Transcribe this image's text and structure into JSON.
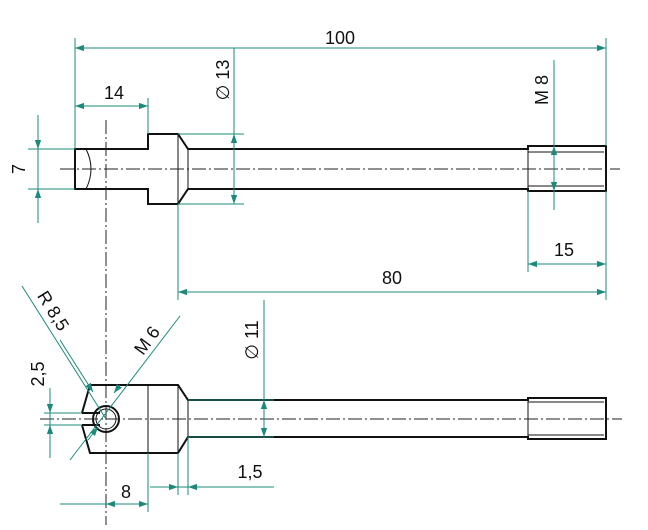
{
  "colors": {
    "dimension_line": "#1b8a7a",
    "part_outline": "#111111",
    "background": "#ffffff"
  },
  "dimensions": {
    "overall_length": "100",
    "slot_length": "14",
    "diameter_13": "∅ 13",
    "thread_m8": "M 8",
    "width_7": "7",
    "thread_length": "15",
    "shaft_length": "80",
    "radius": "R 8,5",
    "thread_m6": "M 6",
    "slot_2_5": "2,5",
    "diameter_11": "∅ 11",
    "chamfer_1_5": "1,5",
    "length_8": "8"
  }
}
